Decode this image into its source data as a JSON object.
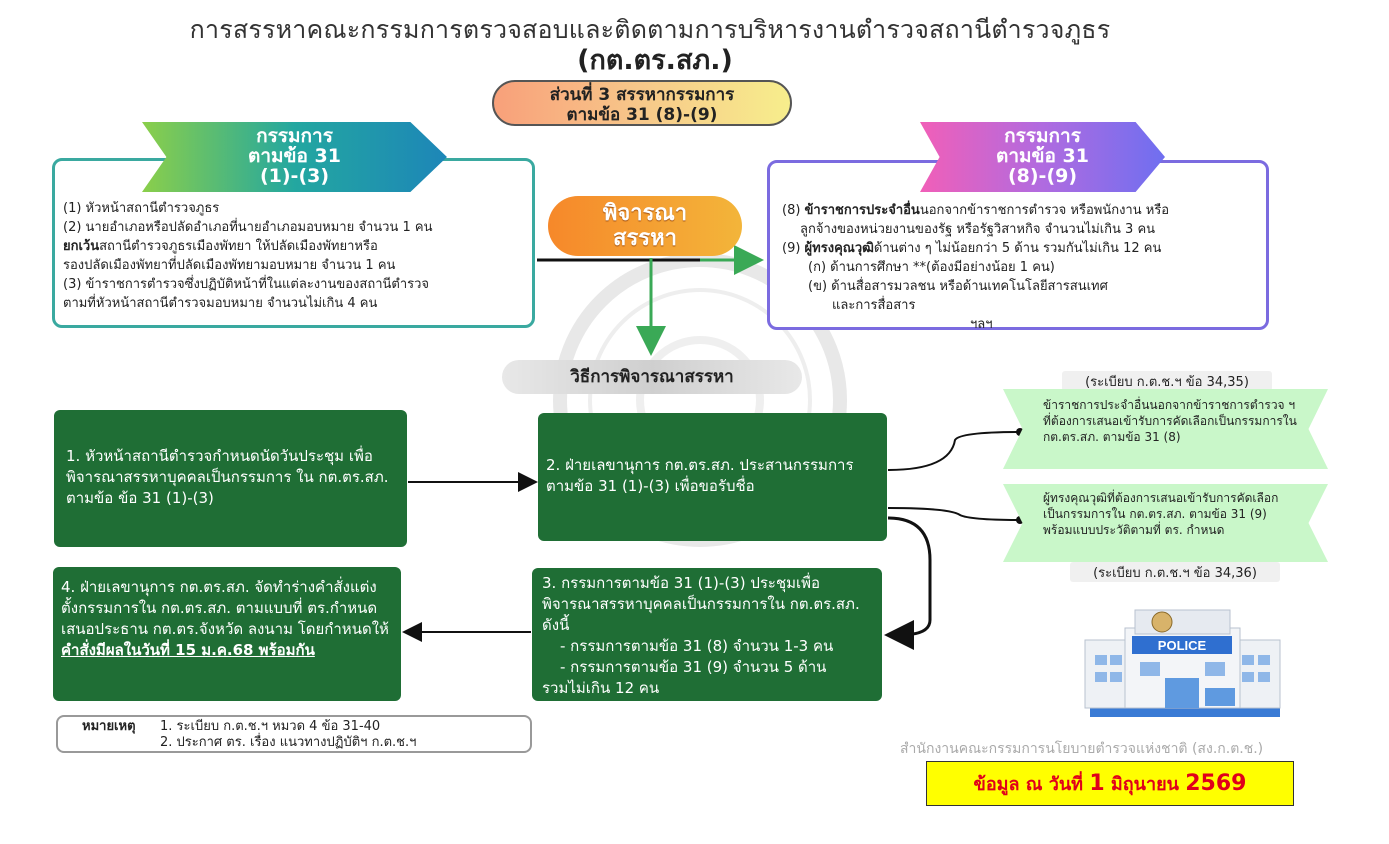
{
  "header": {
    "title": "การสรรหาคณะกรรมการตรวจสอบและติดตามการบริหารงานตำรวจสถานีตำรวจภูธร",
    "subtitle": "(กต.ตร.สภ.)"
  },
  "part_pill": {
    "line1": "ส่วนที่ 3 สรรหากรรมการ",
    "line2": "ตามข้อ 31 (8)-(9)"
  },
  "left_panel": {
    "banner": {
      "line1": "กรรมการ",
      "line2": "ตามข้อ 31",
      "line3": "(1)-(3)"
    },
    "items": {
      "l1": "(1) หัวหน้าสถานีตำรวจภูธร",
      "l2": "(2) นายอำเภอหรือปลัดอำเภอที่นายอำเภอมอบหมาย จำนวน 1 คน",
      "l3_bold": "ยกเว้น",
      "l3_rest": "สถานีตำรวจภูธรเมืองพัทยา ให้ปลัดเมืองพัทยาหรือ",
      "l4": "รองปลัดเมืองพัทยาที่ปลัดเมืองพัทยามอบหมาย จำนวน 1 คน",
      "l5": "(3) ข้าราชการตำรวจซึ่งปฏิบัติหน้าที่ในแต่ละงานของสถานีตำรวจ",
      "l6": "ตามที่หัวหน้าสถานีตำรวจมอบหมาย จำนวนไม่เกิน 4 คน"
    }
  },
  "right_panel": {
    "banner": {
      "line1": "กรรมการ",
      "line2": "ตามข้อ 31",
      "line3": "(8)-(9)"
    },
    "items": {
      "r1_prefix": "(8) ",
      "r1_bold": "ข้าราชการประจำอื่น",
      "r1_rest": "นอกจากข้าราชการตำรวจ หรือพนักงาน หรือ",
      "r2": "ลูกจ้างของหน่วยงานของรัฐ หรือรัฐวิสาหกิจ จำนวนไม่เกิน 3 คน",
      "r3_prefix": "(9) ",
      "r3_bold": "ผู้ทรงคุณวุฒิ",
      "r3_rest": "ด้านต่าง ๆ ไม่น้อยกว่า 5 ด้าน รวมกันไม่เกิน 12 คน",
      "r4": "(ก) ด้านการศึกษา **(ต้องมีอย่างน้อย 1 คน)",
      "r5": "(ข) ด้านสื่อสารมวลชน หรือด้านเทคโนโลยีสารสนเทศ",
      "r6": "และการสื่อสาร",
      "r7": "ฯลฯ"
    }
  },
  "center": {
    "consider_line1": "พิจารณา",
    "consider_line2": "สรรหา",
    "method": "วิธีการพิจารณาสรรหา"
  },
  "steps": {
    "s1": "1. หัวหน้าสถานีตำรวจกำหนดนัดวันประชุม เพื่อพิจารณาสรรหาบุคคลเป็นกรรมการ ใน กต.ตร.สภ. ตามข้อ ข้อ 31 (1)-(3)",
    "s2": "2. ฝ่ายเลขานุการ กต.ตร.สภ. ประสานกรรมการตามข้อ 31 (1)-(3) เพื่อขอรับชื่อ",
    "s3_l1": "3. กรรมการตามข้อ 31 (1)-(3) ประชุมเพื่อพิจารณาสรรหาบุคคลเป็นกรรมการใน กต.ตร.สภ. ดังนี้",
    "s3_l2": "- กรรมการตามข้อ 31 (8) จำนวน 1-3 คน",
    "s3_l3": "- กรรมการตามข้อ 31 (9) จำนวน 5 ด้าน",
    "s3_l4": "รวมไม่เกิน 12 คน",
    "s4_text": "4. ฝ่ายเลขานุการ กต.ตร.สภ. จัดทำร่างคำสั่งแต่งตั้งกรรมการใน กต.ตร.สภ. ตามแบบที่ ตร.กำหนด เสนอประธาน กต.ตร.จังหวัด ลงนาม โดยกำหนดให้",
    "s4_strong": "คำสั่งมีผลในวันที่ 15 ม.ค.68 พร้อมกัน"
  },
  "side_notes": {
    "reg1": "(ระเบียบ ก.ต.ช.ฯ ข้อ 34,35)",
    "hex1": "ข้าราชการประจำอื่นนอกจากข้าราชการตำรวจ ฯ ที่ต้องการเสนอเข้ารับการคัดเลือกเป็นกรรมการใน กต.ตร.สภ. ตามข้อ 31 (8)",
    "hex2": "ผู้ทรงคุณวุฒิที่ต้องการเสนอเข้ารับการคัดเลือกเป็นกรรมการใน กต.ตร.สภ. ตามข้อ 31 (9) พร้อมแบบประวัติตามที่ ตร. กำหนด",
    "reg2": "(ระเบียบ ก.ต.ช.ฯ ข้อ 34,36)"
  },
  "note": {
    "label": "หมายเหตุ",
    "line1": "1. ระเบียบ ก.ต.ช.ฯ หมวด 4 ข้อ 31-40",
    "line2": "2. ประกาศ ตร. เรื่อง แนวทางปฏิบัติฯ ก.ต.ช.ฯ"
  },
  "police_sign": "POLICE",
  "agency": "สำนักงานคณะกรรมการนโยบายตำรวจแห่งชาติ (สง.ก.ต.ช.)",
  "date_box": {
    "prefix": "ข้อมูล ณ วันที่",
    "day": "1",
    "month": "มิถุนายน",
    "year": "2569"
  },
  "colors": {
    "green_box": "#1f6e35",
    "hex_fill": "#c9f7c9",
    "date_bg": "#ffff00",
    "date_text": "#e0001a"
  }
}
